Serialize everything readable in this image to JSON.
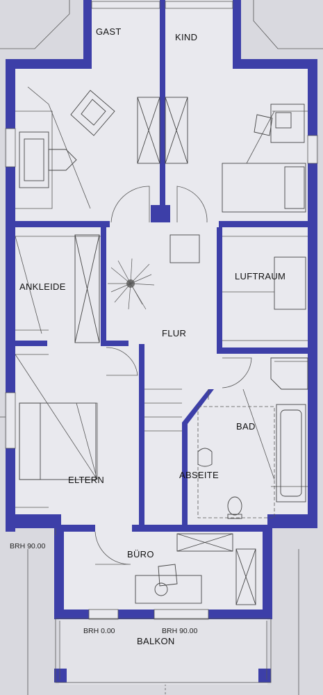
{
  "rooms": {
    "gast": "GAST",
    "kind": "KIND",
    "ankleide": "ANKLEIDE",
    "luftraum": "LUFTRAUM",
    "flur": "FLUR",
    "bad": "BAD",
    "eltern": "ELTERN",
    "abseite": "ABSEITE",
    "buero": "BÜRO",
    "balkon": "BALKON"
  },
  "annotations": {
    "brh_left": "BRH 90.00",
    "brh_balkon_a": "BRH 0.00",
    "brh_balkon_b": "BRH 90.00"
  },
  "colors": {
    "wall": "#3d3fa8",
    "floor": "#e9e9ee",
    "paper": "#d9d9df"
  }
}
